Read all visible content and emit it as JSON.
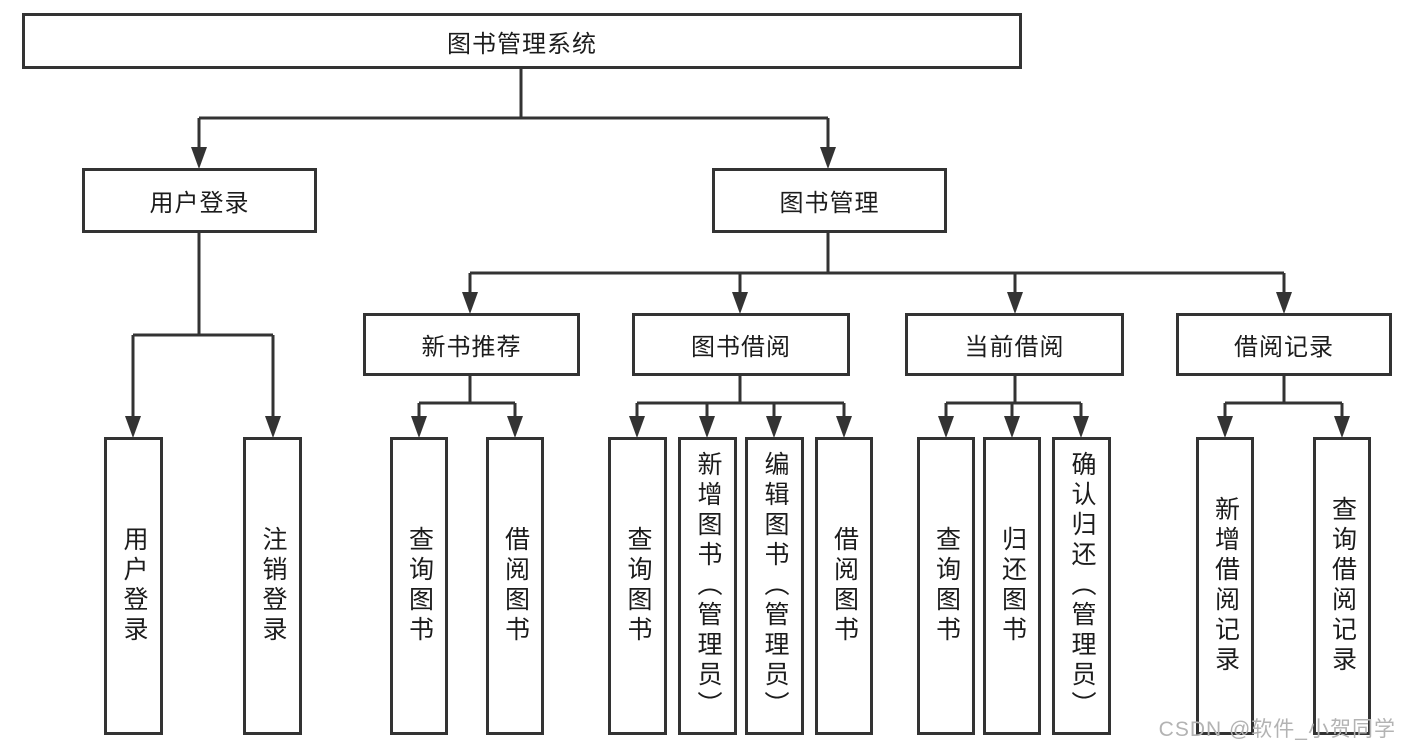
{
  "tree": {
    "root": {
      "label": "图书管理系统",
      "children": [
        {
          "label": "用户登录",
          "children": [
            {
              "label": "用户登录"
            },
            {
              "label": "注销登录"
            }
          ]
        },
        {
          "label": "图书管理",
          "children": [
            {
              "label": "新书推荐",
              "children": [
                {
                  "label": "查询图书"
                },
                {
                  "label": "借阅图书"
                }
              ]
            },
            {
              "label": "图书借阅",
              "children": [
                {
                  "label": "查询图书"
                },
                {
                  "label": "新增图书（管理员）"
                },
                {
                  "label": "编辑图书（管理员）"
                },
                {
                  "label": "借阅图书"
                }
              ]
            },
            {
              "label": "当前借阅",
              "children": [
                {
                  "label": "查询图书"
                },
                {
                  "label": "归还图书"
                },
                {
                  "label": "确认归还（管理员）"
                }
              ]
            },
            {
              "label": "借阅记录",
              "children": [
                {
                  "label": "新增借阅记录"
                },
                {
                  "label": "查询借阅记录"
                }
              ]
            }
          ]
        }
      ]
    }
  },
  "watermark": {
    "text": "CSDN @软件_小贺同学"
  },
  "colors": {
    "line": "#333333",
    "box_border": "#333333",
    "text": "#1c1c1c",
    "watermark": "#b3b3b3",
    "background": "#ffffff"
  }
}
